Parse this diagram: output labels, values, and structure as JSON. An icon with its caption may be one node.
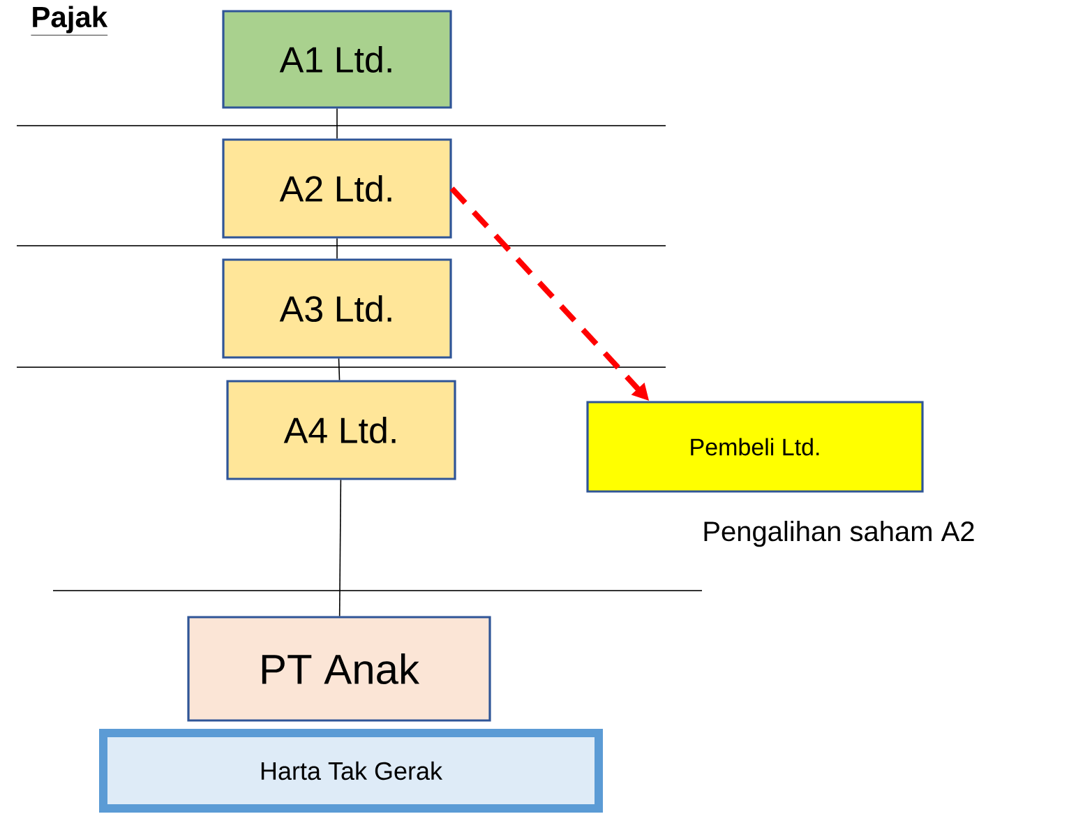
{
  "diagram": {
    "title": "Pajak",
    "nodes": [
      {
        "text": [
          "A1 Ltd."
        ]
      },
      {
        "text": [
          "A2 Ltd."
        ]
      },
      {
        "text": [
          "A3 Ltd."
        ]
      },
      {
        "text": [
          "A4 Ltd."
        ]
      },
      {
        "text": [
          "Pembeli Ltd."
        ],
        "beside": [
          "Pengalihan saham A2"
        ]
      },
      {
        "text": [
          "PT Anak"
        ]
      },
      {
        "text": [
          "Harta Tak Gerak"
        ]
      }
    ],
    "edges": [
      {
        "from": 0,
        "to": 1,
        "arrow": "none"
      },
      {
        "from": 1,
        "to": 2,
        "arrow": "none"
      },
      {
        "from": 2,
        "to": 3,
        "arrow": "none"
      },
      {
        "from": 3,
        "to": 5,
        "arrow": "none"
      },
      {
        "from": 1,
        "to": 4,
        "arrow": "to",
        "style": "dashed",
        "color": "#ff0000"
      }
    ]
  }
}
